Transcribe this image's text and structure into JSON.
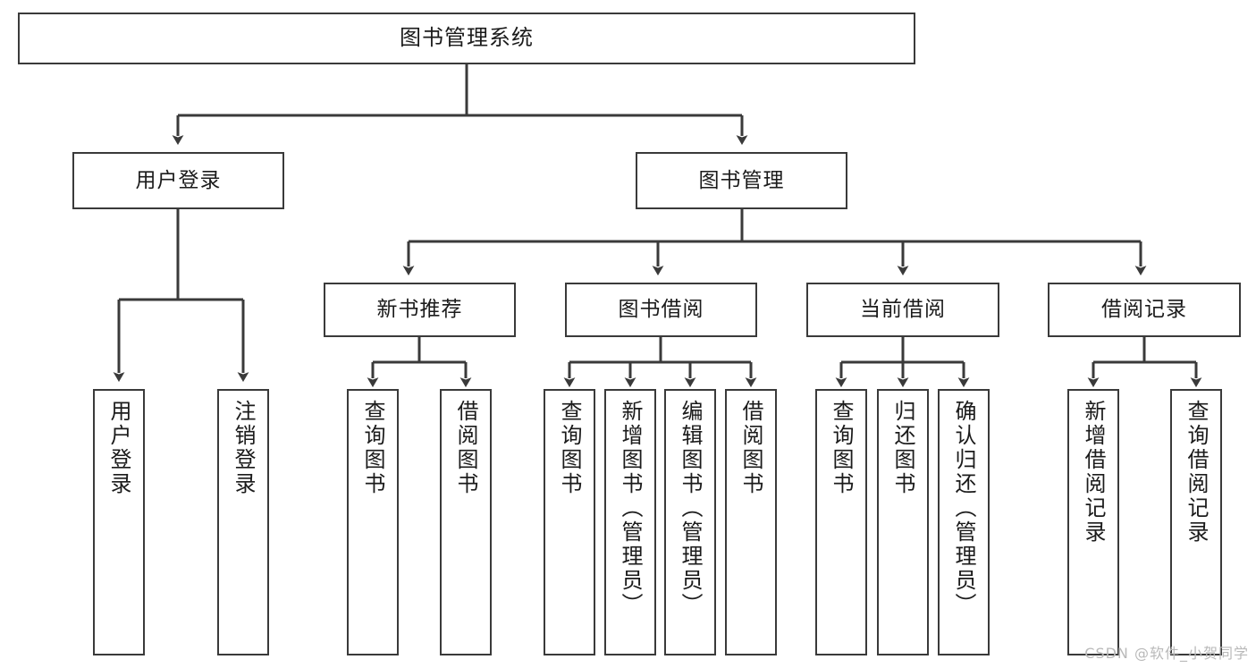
{
  "diagram": {
    "title": "图书管理系统",
    "type": "tree-hierarchy-chart",
    "watermark": "CSDN @软件_小贺同学",
    "colors": {
      "background": "#ffffff",
      "node_border": "#3a3a3a",
      "node_fill": "#ffffff",
      "edge": "#3a3a3a",
      "text": "#1b1b1b",
      "watermark": "#b9b9b9"
    }
  },
  "nodes": {
    "root": {
      "label": "图书管理系统"
    },
    "level1": [
      {
        "label": "用户登录"
      },
      {
        "label": "图书管理"
      }
    ],
    "level2": [
      {
        "label": "新书推荐"
      },
      {
        "label": "图书借阅"
      },
      {
        "label": "当前借阅"
      },
      {
        "label": "借阅记录"
      }
    ],
    "leaves": {
      "user_login": [
        {
          "label": "用户登录"
        },
        {
          "label": "注销登录"
        }
      ],
      "new_book_recommend": [
        {
          "label": "查询图书"
        },
        {
          "label": "借阅图书"
        }
      ],
      "book_borrow": [
        {
          "label": "查询图书"
        },
        {
          "label": "新增图书（管理员）"
        },
        {
          "label": "编辑图书（管理员）"
        },
        {
          "label": "借阅图书"
        }
      ],
      "current_borrow": [
        {
          "label": "查询图书"
        },
        {
          "label": "归还图书"
        },
        {
          "label": "确认归还（管理员）"
        }
      ],
      "borrow_record": [
        {
          "label": "新增借阅记录"
        },
        {
          "label": "查询借阅记录"
        }
      ]
    }
  }
}
